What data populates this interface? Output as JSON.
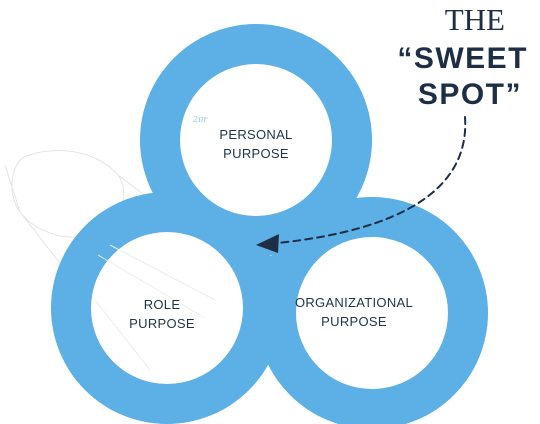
{
  "callout": {
    "line1": "THE",
    "line2": "“SWEET",
    "line3": "SPOT”"
  },
  "circles": {
    "personal": {
      "line1": "PERSONAL",
      "line2": "PURPOSE"
    },
    "role": {
      "line1": "ROLE",
      "line2": "PURPOSE"
    },
    "organizational": {
      "line1": "ORGANIZATIONAL",
      "line2": "PURPOSE"
    }
  },
  "watermark": {
    "text": "2πr"
  },
  "colors": {
    "ring": "#5cb0e6",
    "ring_inner": "#ffffff",
    "text": "#1f3447",
    "callout": "#1d2e45",
    "arrow": "#1d2e45",
    "faint_lines": "#e3e3e3"
  }
}
